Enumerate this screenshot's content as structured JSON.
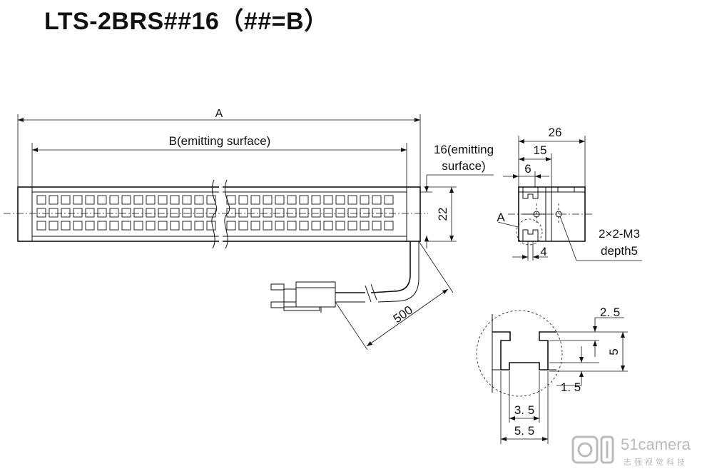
{
  "title": "LTS-2BRS##16（##=B）",
  "front_view": {
    "dim_total": "A",
    "dim_emitting": "B(emitting surface)",
    "dim_emitting_width_line1": "16(emitting",
    "dim_emitting_width_line2": "surface)",
    "dim_height": "22",
    "dim_cable": "500"
  },
  "side_view": {
    "dim_width": "26",
    "dim_15": "15",
    "dim_6": "6",
    "dim_4": "4",
    "detail_label": "A",
    "hole_line1": "2×2-M3",
    "hole_line2": "depth5"
  },
  "detail_view": {
    "dim_top_gap": "2. 5",
    "dim_height": "5",
    "dim_bottom_gap": "1. 5",
    "dim_inner": "3. 5",
    "dim_outer": "5. 5"
  },
  "watermark": {
    "brand": "51camera",
    "subtitle": "志强视觉科技"
  }
}
